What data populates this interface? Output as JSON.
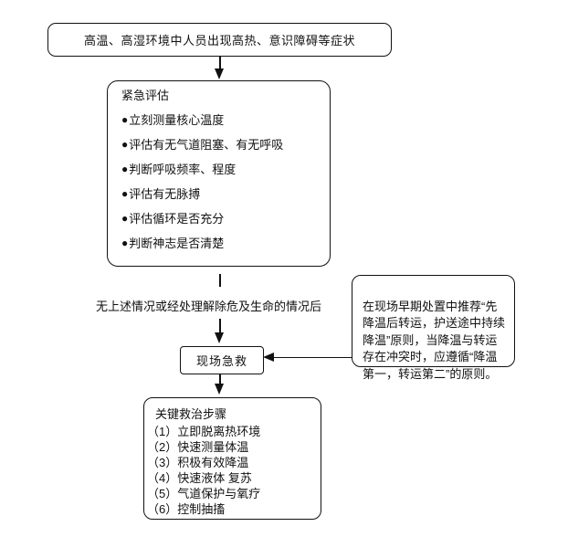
{
  "flowchart": {
    "symptom": "高温、高湿环境中人员出现高热、意识障碍等症状",
    "assessment": {
      "title": "紧急评估",
      "bullet_char": "●",
      "items": [
        "立刻测量核心温度",
        "评估有无气道阻塞、有无呼吸",
        "判断呼吸频率、程度",
        "评估有无脉搏",
        "评估循环是否充分",
        "判断神志是否清楚"
      ]
    },
    "condition": "无上述情况或经处理解除危及生命的情况后",
    "onsite_rescue": "现场急救",
    "principle_note": "在现场早期处置中推荐“先\n降温后转运，护送途中持续\n降温”原则，当降温与转运\n存在冲突时，应遵循“降温\n第一，转运第二”的原则。",
    "steps": {
      "title": "关键救治步骤",
      "items": [
        "（1）立即脱离热环境",
        "（2）快速测量体温",
        "（3）积极有效降温",
        "（4）快速液体 复苏",
        "（5）气道保护与氧疗",
        "（6）控制抽搐"
      ]
    },
    "colors": {
      "line": "#111111",
      "background": "#ffffff"
    }
  }
}
